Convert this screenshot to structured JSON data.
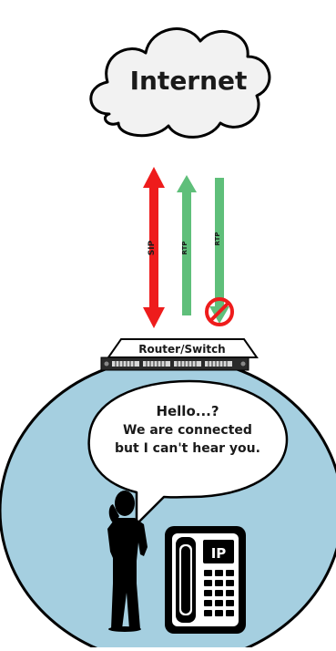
{
  "cloud": {
    "label": "Internet"
  },
  "arrows": {
    "sip": {
      "label": "SIP",
      "color": "#ee1c1c"
    },
    "rtp_out": {
      "label": "RTP",
      "color": "#5fbf7a"
    },
    "rtp_in": {
      "label": "RTP",
      "color": "#5fbf7a",
      "blocked": true
    }
  },
  "router": {
    "label": "Router/Switch"
  },
  "lan": {
    "color": "#a5cfe0"
  },
  "speech": {
    "line1": "Hello...?",
    "line2": "We are connected",
    "line3": "but I can't hear you."
  },
  "phone": {
    "label": "IP"
  }
}
